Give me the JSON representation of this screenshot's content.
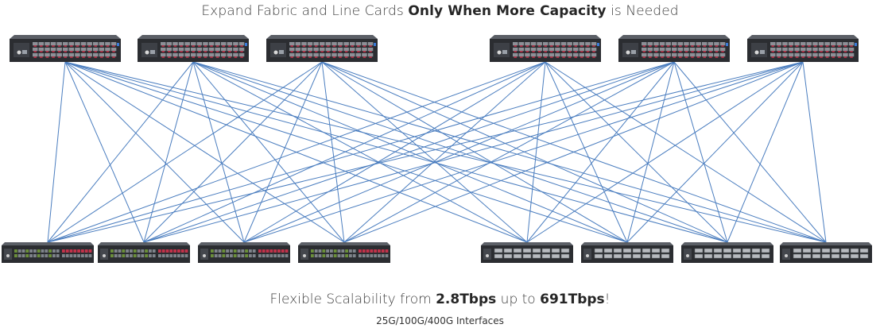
{
  "header": {
    "title_pre": "Expand Fabric and Line Cards ",
    "title_bold": "Only When More Capacity",
    "title_post": " is Needed"
  },
  "footer": {
    "scal_pre": "Flexible Scalability from ",
    "scal_min": "2.8Tbps",
    "scal_mid": " up to ",
    "scal_max": "691Tbps",
    "scal_post": "!",
    "interfaces": "25G/100G/400G Interfaces"
  },
  "colors": {
    "link": "#4a7dbf",
    "chassis_body": "#2b2d31",
    "chassis_top": "#5b5f66",
    "port_red": "#c2324a",
    "port_green": "#6b8f3a",
    "port_silver": "#b7babf"
  },
  "fabric_switches": [
    {
      "name": "fabric-switch-1"
    },
    {
      "name": "fabric-switch-2"
    },
    {
      "name": "fabric-switch-3"
    },
    {
      "name": "fabric-switch-4"
    },
    {
      "name": "fabric-switch-5"
    },
    {
      "name": "fabric-switch-6"
    }
  ],
  "line_card_switches": [
    {
      "name": "line-card-switch-1",
      "style": "mixed"
    },
    {
      "name": "line-card-switch-2",
      "style": "mixed"
    },
    {
      "name": "line-card-switch-3",
      "style": "mixed"
    },
    {
      "name": "line-card-switch-4",
      "style": "mixed"
    },
    {
      "name": "line-card-switch-5",
      "style": "silver"
    },
    {
      "name": "line-card-switch-6",
      "style": "silver"
    },
    {
      "name": "line-card-switch-7",
      "style": "silver"
    },
    {
      "name": "line-card-switch-8",
      "style": "silver"
    }
  ]
}
